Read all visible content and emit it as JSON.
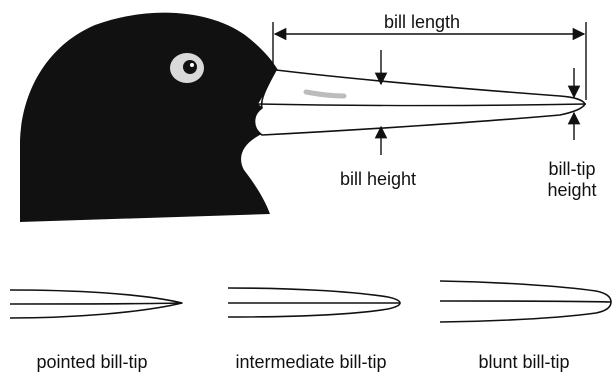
{
  "colors": {
    "head": "#111111",
    "bill_fill": "#ffffff",
    "eye_ring": "#d9d9d9",
    "nostril": "#bcbcbc"
  },
  "labels": {
    "bill_length": "bill length",
    "bill_height": "bill height",
    "bill_tip_height_line1": "bill-tip",
    "bill_tip_height_line2": "height"
  },
  "tip_shapes": [
    {
      "label": "pointed bill-tip"
    },
    {
      "label": "intermediate bill-tip"
    },
    {
      "label": "blunt bill-tip"
    }
  ]
}
